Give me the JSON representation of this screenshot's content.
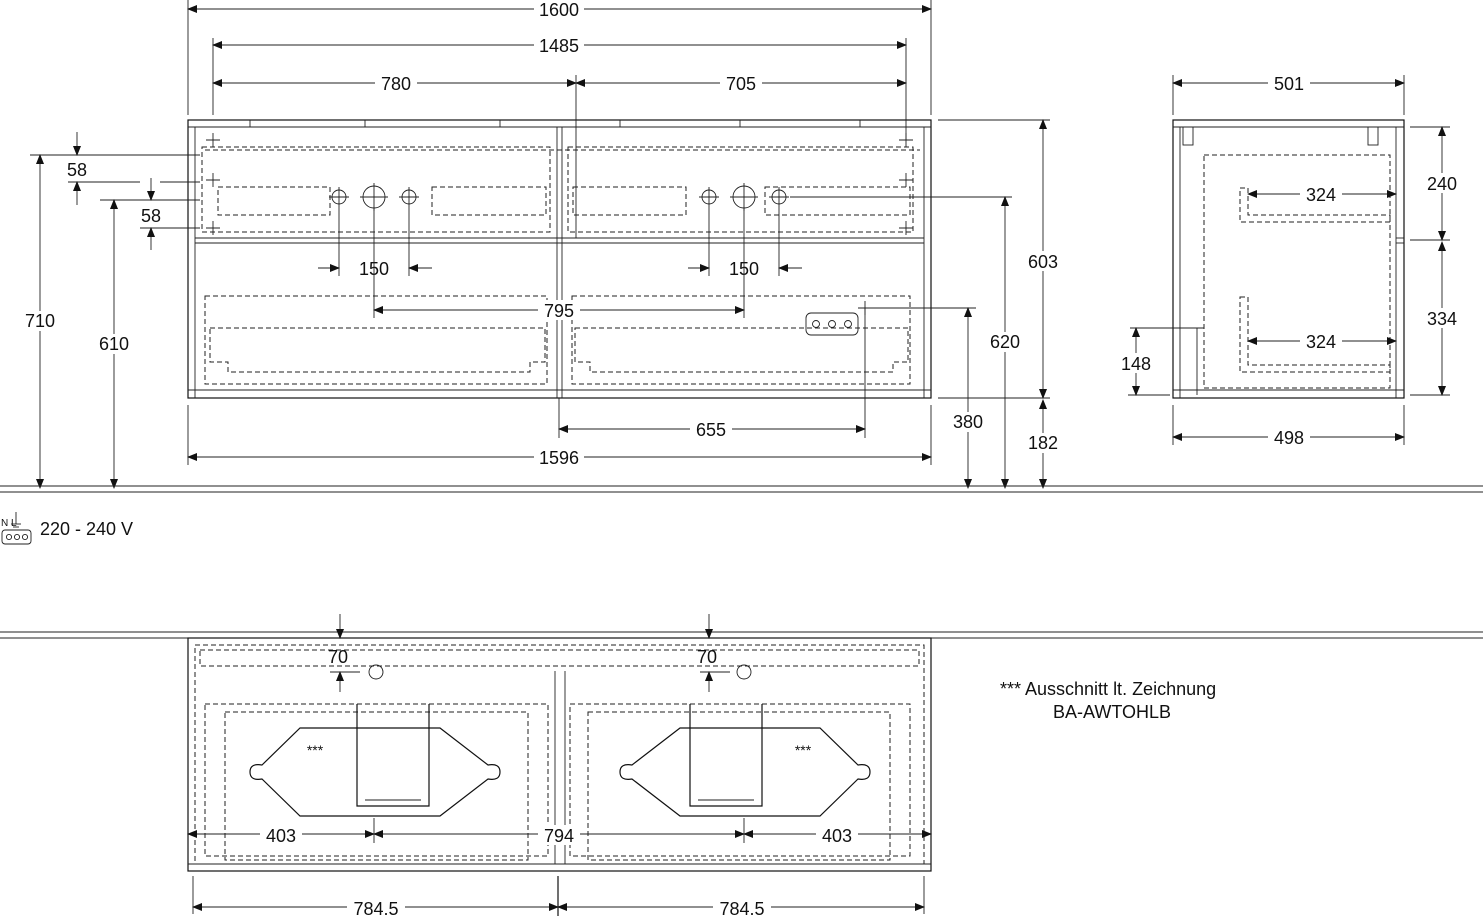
{
  "dimensions": {
    "w1600": "1600",
    "w1485": "1485",
    "w780": "780",
    "w705": "705",
    "w501": "501",
    "h58a": "58",
    "h58b": "58",
    "h710": "710",
    "h610": "610",
    "w150a": "150",
    "w150b": "150",
    "w795": "795",
    "h603": "603",
    "h620": "620",
    "h380": "380",
    "h182": "182",
    "w655": "655",
    "w1596": "1596",
    "h240": "240",
    "w324a": "324",
    "h334": "334",
    "w324b": "324",
    "h148": "148",
    "w498": "498",
    "w70a": "70",
    "w70b": "70",
    "w403a": "403",
    "w794": "794",
    "w403b": "403",
    "w784a": "784.5",
    "w784b": "784.5"
  },
  "legend": {
    "voltage": "220 - 240 V",
    "plug_symbol": "N L"
  },
  "notes": {
    "line1": "*** Ausschnitt lt. Zeichnung",
    "line2": "BA-AWTOHLB",
    "star_left": "***",
    "star_right": "***"
  },
  "icons": {
    "socket": "socket-icon",
    "plug": "power-plug-icon"
  }
}
